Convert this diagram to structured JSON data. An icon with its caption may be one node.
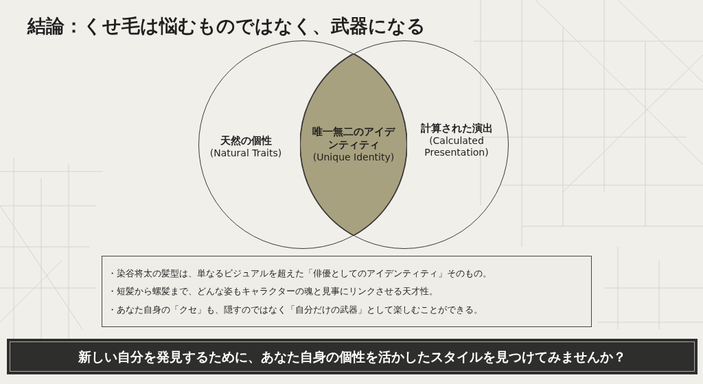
{
  "diagram": {
    "title": "結論：くせ毛は悩むものではなく、武器になる",
    "nodes": [
      {
        "text": [
          "天然の個性",
          "(Natural Traits)"
        ]
      },
      {
        "text": [
          "唯一無二のアイデンティティ",
          "(Unique Identity)"
        ]
      },
      {
        "text": [
          "計算された演出",
          "(Calculated Presentation)"
        ]
      },
      {
        "text": [
          "・染谷将太の髪型は、単なるビジュアルを超えた「俳優としてのアイデンティティ」そのもの。",
          "・短髪から螺髪まで、どんな姿もキャラクターの魂と見事にリンクさせる天才性。",
          "・あなた自身の「クセ」も、隠すのではなく「自分だけの武器」として楽しむことができる。"
        ]
      },
      {
        "text": [
          "新しい自分を発見するために、あなた自身の個性を活かしたスタイルを見つけてみませんか？"
        ]
      }
    ],
    "edges": []
  }
}
